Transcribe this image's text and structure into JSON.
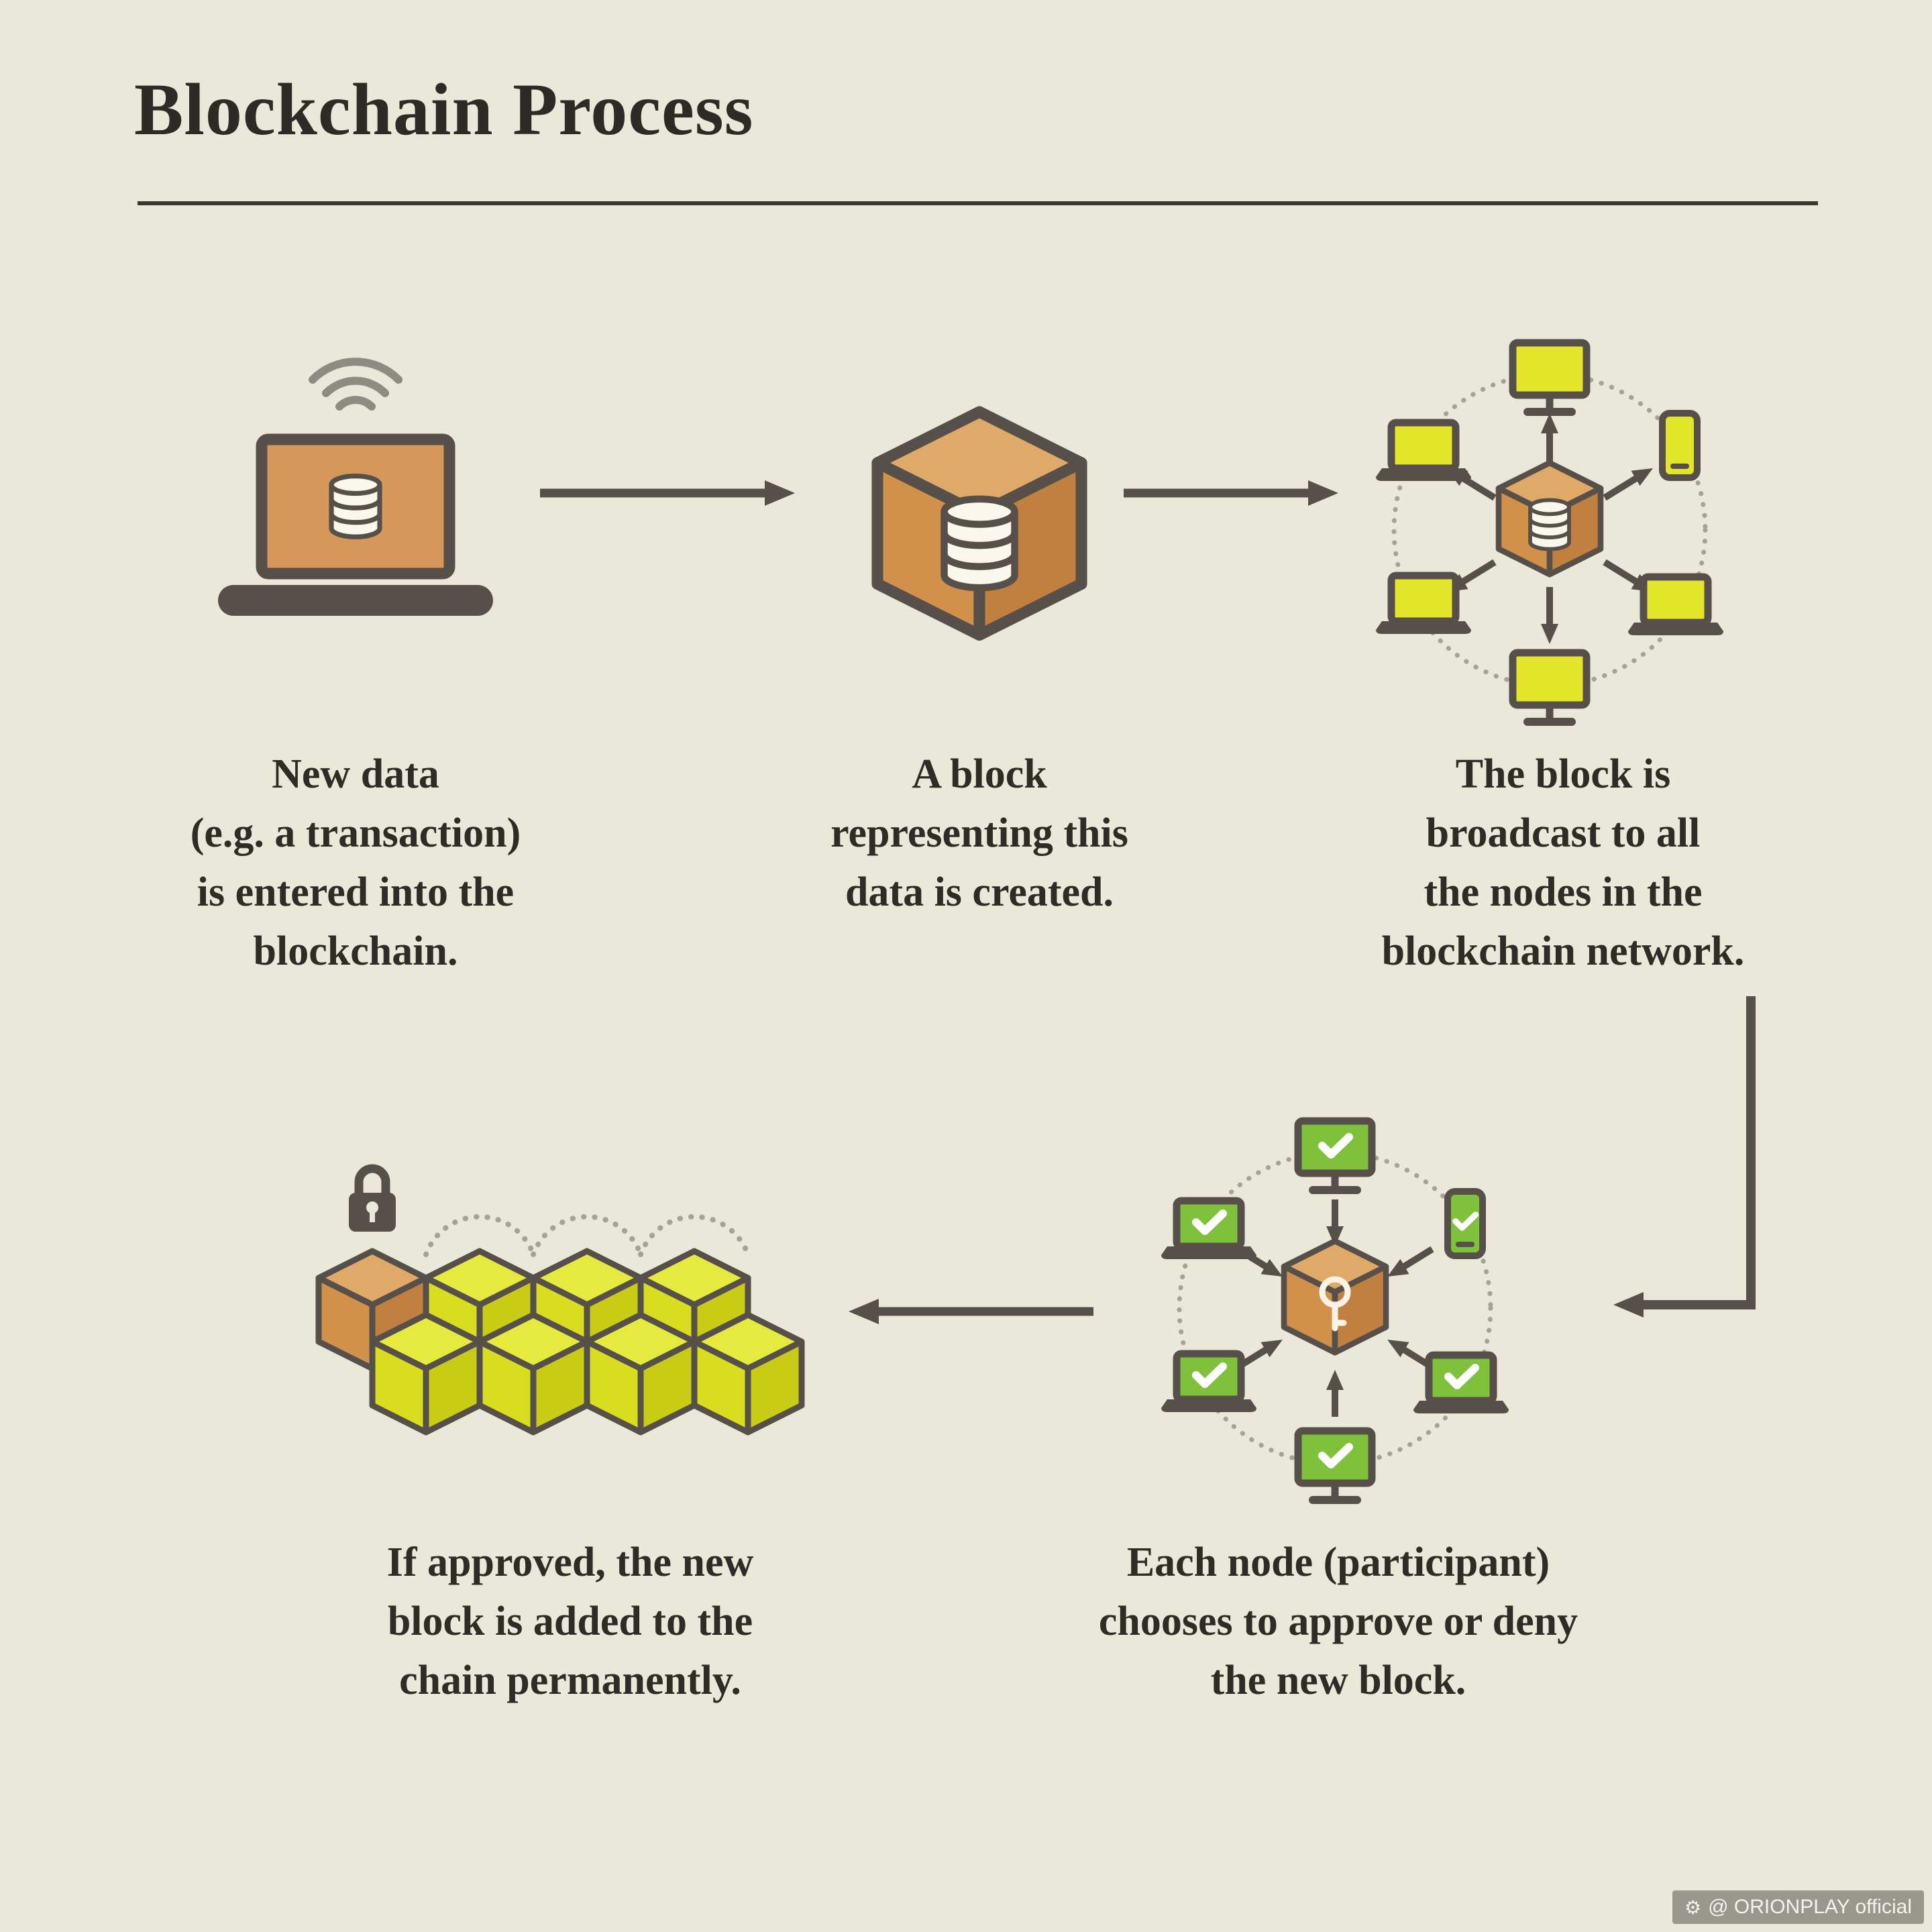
{
  "title": "Blockchain Process",
  "steps": [
    {
      "icon": "laptop-data-entry-icon",
      "caption": "New data\n(e.g. a transaction)\nis entered into the\nblockchain."
    },
    {
      "icon": "block-cube-icon",
      "caption": "A block\nrepresenting this\ndata is created."
    },
    {
      "icon": "broadcast-network-icon",
      "caption": "The block is\nbroadcast to all\nthe nodes in the\nblockchain network."
    },
    {
      "icon": "approval-network-icon",
      "caption": "Each node (participant)\nchooses to approve or deny\nthe new block."
    },
    {
      "icon": "blockchain-chain-icon",
      "caption": "If approved, the new\nblock is added to the\nchain permanently."
    }
  ],
  "watermark": "@ ORIONPLAY official",
  "icon_names": [
    "wifi-icon",
    "laptop-icon",
    "database-icon",
    "block-cube-icon",
    "monitor-icon",
    "phone-icon",
    "checkmark-icon",
    "key-icon",
    "lock-icon",
    "arrow-icon",
    "network-dotted-circle"
  ],
  "colors": {
    "background": "#eae8d9",
    "ink": "#2f2b26",
    "stroke": "#57504a",
    "orange": "#d5975a",
    "orange_top": "#dfa967",
    "orange_side": "#c28040",
    "yellow": "#e2e52a",
    "yellow_cube_top": "#e6e93e",
    "yellow_cube_side": "#c8cc15",
    "green": "#7fc13a",
    "dotted_gray": "#a7a296",
    "wifi_gray": "#8f8a82",
    "cylinder_white": "#faf8ec"
  }
}
